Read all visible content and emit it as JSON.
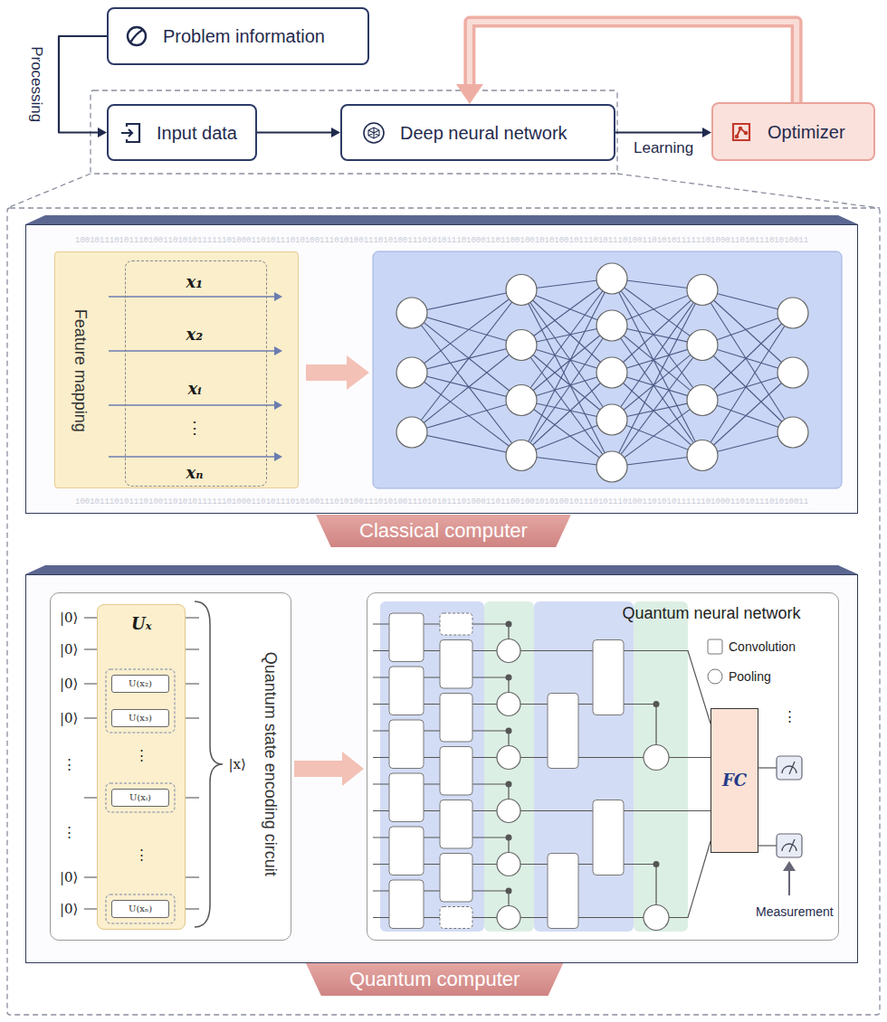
{
  "diagram": {
    "nodes": [
      {
        "text": [
          "Problem information"
        ]
      },
      {
        "text": [
          "Input data"
        ]
      },
      {
        "text": [
          "Deep neural network"
        ]
      },
      {
        "text": [
          "Optimizer"
        ]
      },
      {
        "text": [
          "Classical computer"
        ]
      },
      {
        "text": [
          "Feature mapping"
        ],
        "in": 4
      },
      {
        "text": [
          "x₁",
          "x₂",
          "xᵢ",
          "⋮",
          "xₙ"
        ],
        "in": 5
      },
      {
        "text": [
          "Quantum computer"
        ]
      },
      {
        "text": [
          "Quantum state encoding circuit"
        ],
        "in": 7
      },
      {
        "text": [
          "Uₓ"
        ],
        "in": 8
      },
      {
        "text": [
          "U(x₂)"
        ],
        "in": 9
      },
      {
        "text": [
          "U(x₃)"
        ],
        "in": 9
      },
      {
        "text": [
          "U(xᵢ)"
        ],
        "in": 9
      },
      {
        "text": [
          "U(xₙ)"
        ],
        "in": 9
      },
      {
        "text": [
          "Quantum neural network"
        ],
        "in": 7
      },
      {
        "text": [
          "FC"
        ],
        "in": 14
      }
    ],
    "edges": [
      {
        "from": 0,
        "to": 1,
        "label": "Processing",
        "arrow": "to"
      },
      {
        "from": 1,
        "to": 2,
        "arrow": "to"
      },
      {
        "from": 2,
        "to": 3,
        "label": "Learning",
        "arrow": "to"
      },
      {
        "from": 3,
        "to": 2,
        "arrow": "to"
      },
      {
        "from": 8,
        "to": 14,
        "arrow": "to"
      }
    ],
    "labels": [
      "100101110101110100110101011111101000110101110101001110101001110101001110101011101000110110010010101001011101011101001101010111111010001101011101010011",
      "100101110101110100110101011111101000110101110101001110101001110101001110101011101000110110010010101001011101011101001101010111111010001101011101010011",
      "|0⟩",
      "|0⟩",
      "|0⟩",
      "|0⟩",
      "⋮",
      "⋮",
      "|0⟩",
      "|0⟩",
      "⋮",
      "⋮",
      "|x⟩",
      "⋮",
      "Measurement"
    ],
    "legend": [
      {
        "text": "Convolution"
      },
      {
        "text": "Pooling"
      }
    ]
  }
}
